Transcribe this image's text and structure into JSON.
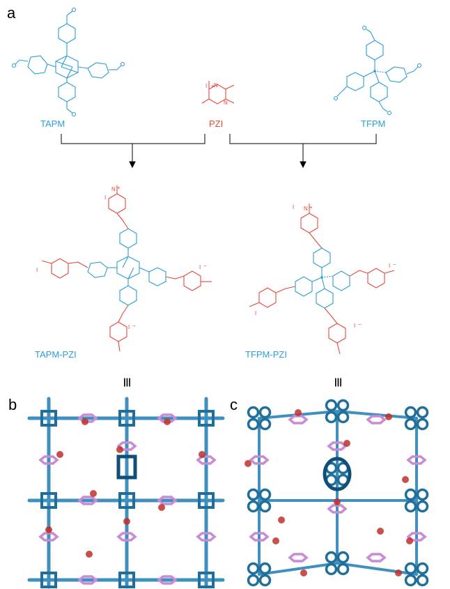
{
  "panels": {
    "a": "a",
    "b": "b",
    "c": "c"
  },
  "labels": {
    "tapm": "TAPM",
    "pzi": "PZI",
    "tfpm": "TFPM",
    "tapm_pzi": "TAPM-PZI",
    "tfpm_pzi": "TFPM-PZI",
    "equiv": "|||"
  },
  "atoms": {
    "n": "N",
    "i": "I",
    "plus": "+",
    "minus": "−"
  },
  "colors": {
    "blue": "#2a9fd6",
    "red": "#e8463c",
    "crystal_blue": "#1f6f9a",
    "crystal_blue_light": "#3f8fbf",
    "crystal_pink": "#c98ad6",
    "crystal_red": "#c0302a"
  }
}
